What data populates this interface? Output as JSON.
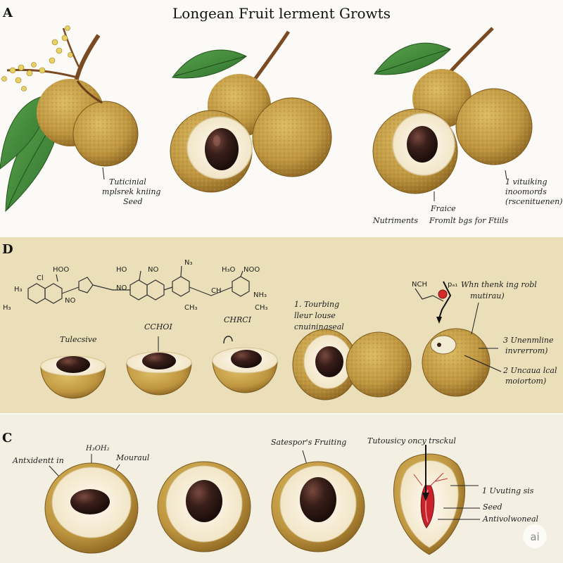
{
  "title": "Longean Fruit lerment Growts",
  "panels": {
    "a": {
      "letter": "A",
      "labels": {
        "seed_note_1": "Tuticinial",
        "seed_note_2": "mplsrek kniing",
        "seed_note_3": "Seed",
        "vit_1": "1 vituiking",
        "vit_2": "inoomords",
        "vit_3": "(rscenituenen)",
        "fraice": "Fraice",
        "nutriments": "Nutriments",
        "fromlt": "Fromlt bgs for Ftiils"
      }
    },
    "d": {
      "letter": "D",
      "chem": [
        "HOO",
        "HO",
        "NO",
        "H₃O",
        "NOO",
        "H₃",
        "Cl",
        "NO",
        "N₃",
        "CH",
        "NH₃",
        "CH₃",
        "CH₃",
        "H₃",
        "NCH",
        "NO"
      ],
      "labels": {
        "tulecsive": "Tulecsive",
        "cchoi": "CCHOI",
        "chrci": "CHRCI",
        "tb_1": "1. Tourbing",
        "tb_2": "lleur louse",
        "tb_3": "cnuiningseal",
        "whn_1": "Whn thenk ing robl",
        "whn_2": "mutirau)",
        "un_1": "3 Unenmline",
        "un_2": "invrerrom)",
        "uc_1": "2 Uncaua lcal",
        "uc_2": "moiortom)",
        "red_tag": "pₐ₁"
      }
    },
    "c": {
      "letter": "C",
      "labels": {
        "antix": "Antxidentt in",
        "h3oh": "H₃OH₂",
        "mouraul": "Mouraul",
        "satespor": "Satespor's Fruiting",
        "tutousicy": "Tutousicy oncy trsckul",
        "uvut": "1 Uvuting sis",
        "seed": "Seed",
        "antivo": "Antivolwoneal"
      }
    }
  },
  "watermark": "ai",
  "colors": {
    "skin": "#c9a24b",
    "skin_dark": "#8d6a25",
    "flesh": "#f7f1de",
    "seed": "#3a1f1a",
    "leaf": "#3f8a3a",
    "panel_bg": "#eadfb9"
  }
}
